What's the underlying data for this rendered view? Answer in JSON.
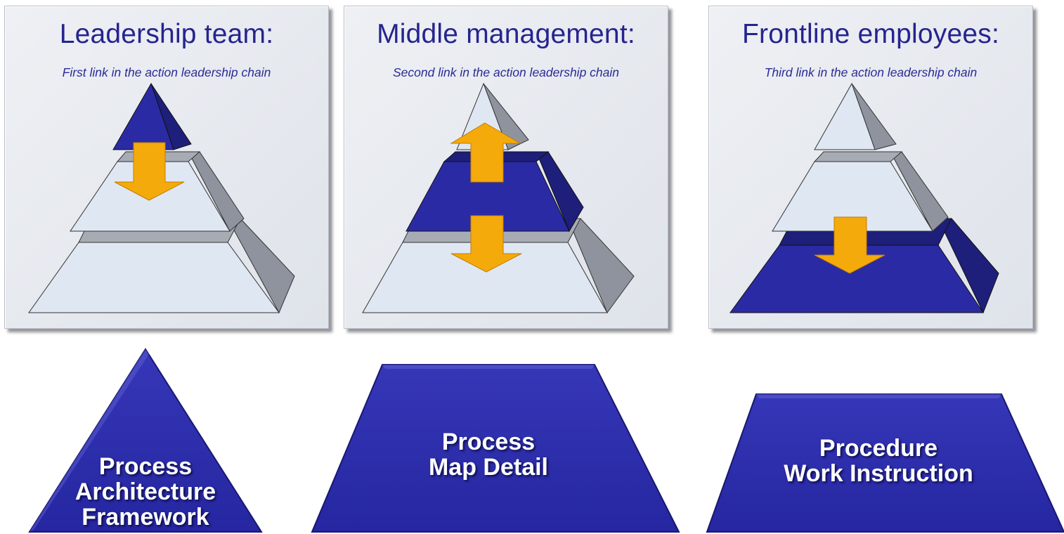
{
  "panels": [
    {
      "title": "Leadership team:",
      "subtitle": "First link in the action leadership chain",
      "highlighted_tier": "top",
      "arrows": [
        "down-from-top"
      ]
    },
    {
      "title": "Middle management:",
      "subtitle": "Second link in the action leadership chain",
      "highlighted_tier": "middle",
      "arrows": [
        "up-from-middle",
        "down-from-middle"
      ]
    },
    {
      "title": "Frontline employees:",
      "subtitle": "Third link in the action leadership chain",
      "highlighted_tier": "bottom",
      "arrows": [
        "down-into-bottom"
      ]
    }
  ],
  "shapes": [
    {
      "kind": "triangle",
      "lines": [
        "Process",
        "Architecture",
        "Framework"
      ]
    },
    {
      "kind": "trapezoid",
      "lines": [
        "Process",
        "Map Detail"
      ]
    },
    {
      "kind": "trapezoid",
      "lines": [
        "Procedure",
        "Work Instruction"
      ]
    }
  ],
  "colors": {
    "highlight_blue": "#2a2ba4",
    "pale_tier": "#dfe7f3",
    "tier_side": "#8e939d",
    "arrow_orange": "#f5aa0c",
    "title_text": "#26248e"
  }
}
